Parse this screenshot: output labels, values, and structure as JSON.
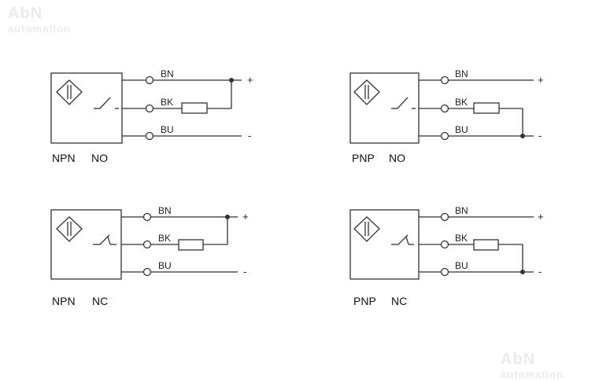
{
  "watermark": {
    "brand": "AbN",
    "tagline": "automation"
  },
  "wire_labels": {
    "brown": "BN",
    "black": "BK",
    "blue": "BU"
  },
  "terminals": {
    "positive": "+",
    "negative": "-"
  },
  "circuits": [
    {
      "type": "NPN",
      "mode": "NO"
    },
    {
      "type": "PNP",
      "mode": "NO"
    },
    {
      "type": "NPN",
      "mode": "NC"
    },
    {
      "type": "PNP",
      "mode": "NC"
    }
  ],
  "colors": {
    "line": "#333333",
    "label": "#222222",
    "watermark": "#ebebeb"
  }
}
